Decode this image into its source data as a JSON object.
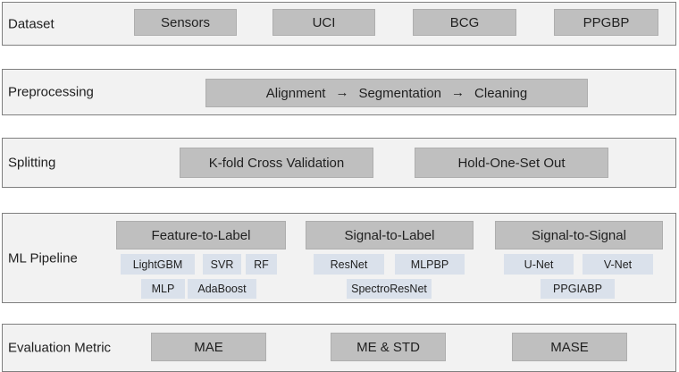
{
  "colors": {
    "band_bg": "#f2f2f2",
    "band_border": "#7f7f7f",
    "box_fill": "#bfbfbf",
    "box_border": "#aeaeae",
    "sub_box_fill": "#dae1eb",
    "text": "#1f1f1f"
  },
  "glyphs": {
    "arrow_right": "→"
  },
  "bands": [
    {
      "label": "Dataset",
      "boxes": [
        "Sensors",
        "UCI",
        "BCG",
        "PPGBP"
      ]
    },
    {
      "label": "Preprocessing",
      "steps": [
        "Alignment",
        "Segmentation",
        "Cleaning"
      ]
    },
    {
      "label": "Splitting",
      "boxes": [
        "K-fold Cross Validation",
        "Hold-One-Set Out"
      ]
    },
    {
      "label": "ML Pipeline",
      "columns": [
        {
          "header": "Feature-to-Label",
          "models_row1": [
            "LightGBM",
            "SVR",
            "RF"
          ],
          "models_row2": [
            "MLP",
            "AdaBoost"
          ]
        },
        {
          "header": "Signal-to-Label",
          "models_row1": [
            "ResNet",
            "MLPBP"
          ],
          "models_row2": [
            "SpectroResNet"
          ]
        },
        {
          "header": "Signal-to-Signal",
          "models_row1": [
            "U-Net",
            "V-Net"
          ],
          "models_row2": [
            "PPGIABP"
          ]
        }
      ]
    },
    {
      "label": "Evaluation Metric",
      "boxes": [
        "MAE",
        "ME & STD",
        "MASE"
      ]
    }
  ]
}
